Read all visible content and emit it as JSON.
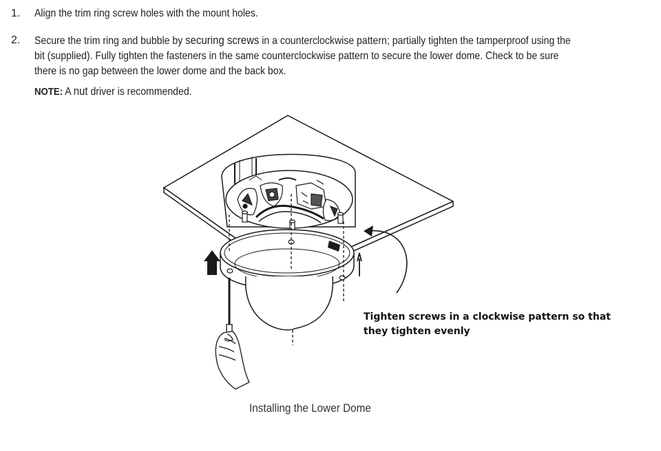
{
  "steps": [
    {
      "number": "1.",
      "text": "Align the trim ring screw holes with the mount holes."
    },
    {
      "number": "2.",
      "text_before": "Secure the trim ring and bubble by ",
      "text_emphasis": "securing screws",
      "text_after": " in a counterclockwise pattern; partially tighten the tamperproof using the bit (supplied). Fully tighten the fasteners in the same counterclockwise pattern to secure the lower dome. Check to be sure there is no gap between the lower dome and the back box."
    }
  ],
  "note": {
    "label": "NOTE:",
    "text_before": " A ",
    "text_wide": "nut",
    "text_after": "  driver is recommended."
  },
  "figure": {
    "callout": "Tighten screws in a clockwise pattern so that they tighten evenly",
    "caption": "Installing the Lower Dome"
  }
}
